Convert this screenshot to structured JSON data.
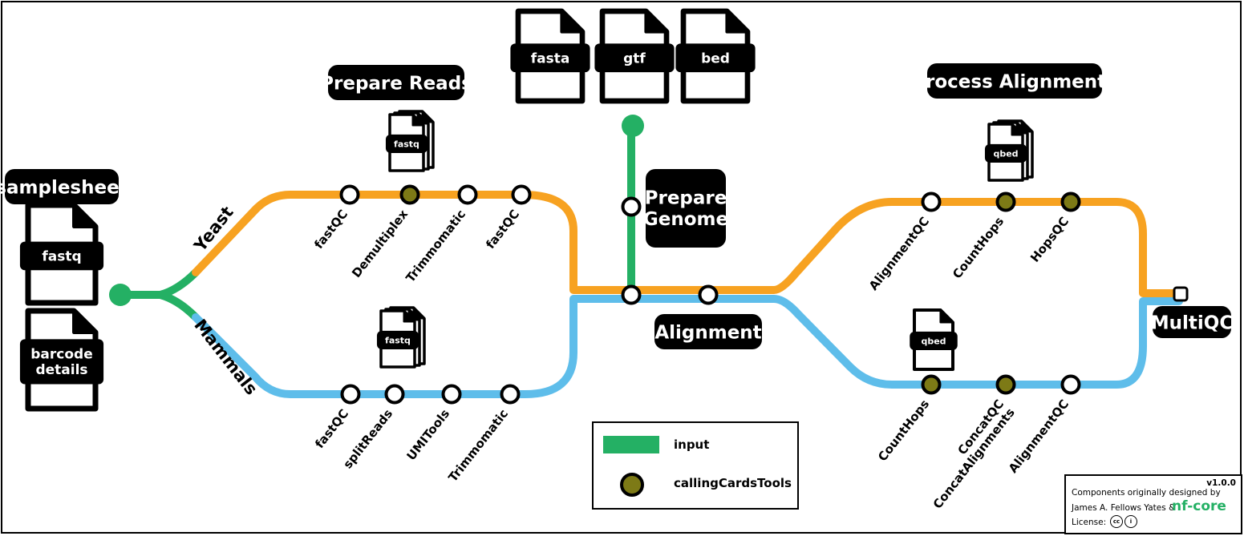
{
  "colors": {
    "input": "#24b064",
    "yeast": "#f7a221",
    "mammals": "#5ebdea",
    "calling_cards": "#7d7a16"
  },
  "inputs": {
    "samplesheet_title": "samplesheet",
    "samplesheet_file": "fastq",
    "barcode_file": "barcode details",
    "reference_files": [
      "fasta",
      "gtf",
      "bed"
    ]
  },
  "branches": {
    "yeast": "Yeast",
    "mammals": "Mammals"
  },
  "sections": {
    "prepare_reads": "Prepare Reads",
    "prepare_genome": "Prepare Genome",
    "alignment": "Alignment",
    "process_alignments": "Process Alignments",
    "multiqc": "MultiQC"
  },
  "files": {
    "yeast_reads": "fastq",
    "mammal_reads": "fastq",
    "yeast_hops": "qbed",
    "mammal_hops": "qbed"
  },
  "steps": {
    "yeast_prep": [
      "fastQC",
      "Demultiplex",
      "Trimmomatic",
      "fastQC"
    ],
    "mammal_prep": [
      "fastQC",
      "splitReads",
      "UMITools",
      "Trimmomatic"
    ],
    "yeast_process": [
      "AlignmentQC",
      "CountHops",
      "HopsQC"
    ],
    "mammal_process": [
      "CountHops",
      "ConcatQC\nConcatAlignments",
      "AlignmentQC"
    ]
  },
  "legend": {
    "input": "input",
    "calling_cards": "callingCardsTools"
  },
  "credit": {
    "version": "v1.0.0",
    "line1": "Components originally designed by",
    "line2": "James A. Fellows Yates &",
    "brand": "nf-core",
    "license": "License:"
  }
}
